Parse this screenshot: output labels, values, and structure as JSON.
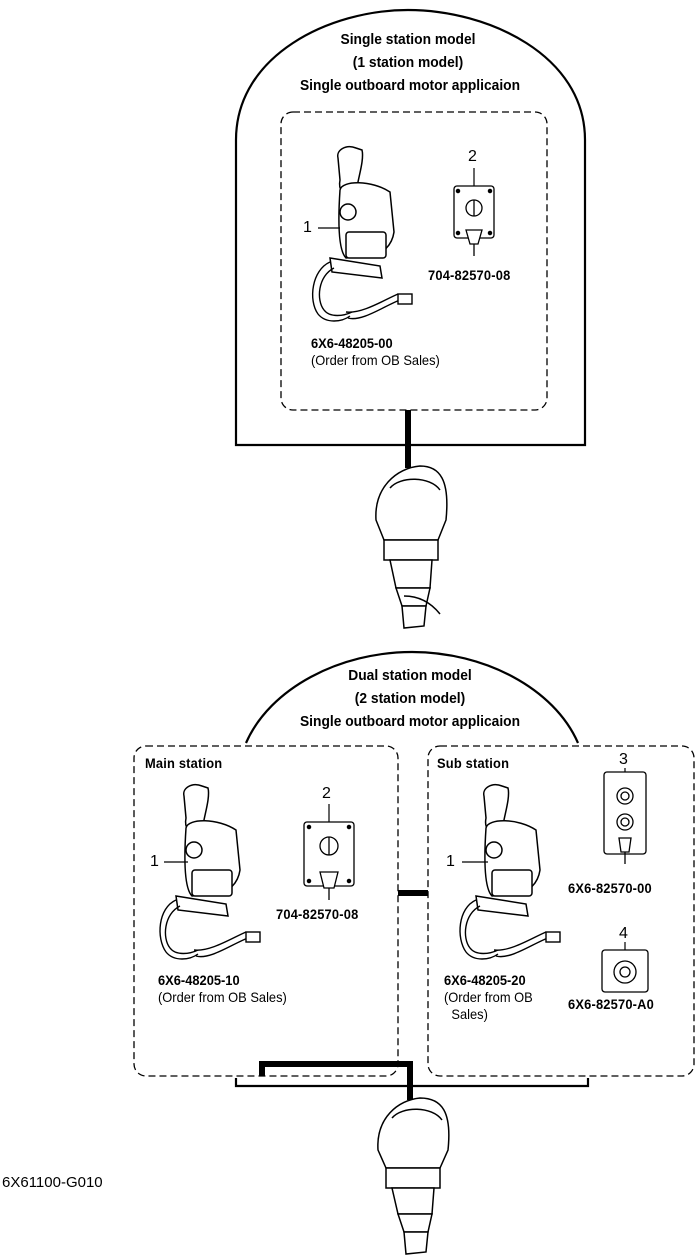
{
  "single": {
    "title_line1": "Single station model",
    "title_line2": "(1 station model)",
    "title_line3": "Single outboard motor applicaion",
    "callout_1": "1",
    "callout_2": "2",
    "lever_part_no": "6X6-48205-00",
    "lever_note": "(Order from OB Sales)",
    "panel_part_no": "704-82570-08"
  },
  "dual": {
    "title_line1": "Dual station model",
    "title_line2": "(2 station model)",
    "title_line3": "Single outboard motor applicaion",
    "main_station_label": "Main station",
    "sub_station_label": "Sub station",
    "main_callout_1": "1",
    "main_callout_2": "2",
    "main_lever_part_no": "6X6-48205-10",
    "main_lever_note": "(Order from OB Sales)",
    "main_panel_part_no": "704-82570-08",
    "sub_callout_1": "1",
    "sub_callout_3": "3",
    "sub_callout_4": "4",
    "sub_lever_part_no": "6X6-48205-20",
    "sub_lever_note_line1": "(Order from OB",
    "sub_lever_note_line2": "Sales)",
    "sub_panel_part_no": "6X6-82570-00",
    "sub_switch_part_no": "6X6-82570-A0"
  },
  "figure_code": "6X61100-G010"
}
